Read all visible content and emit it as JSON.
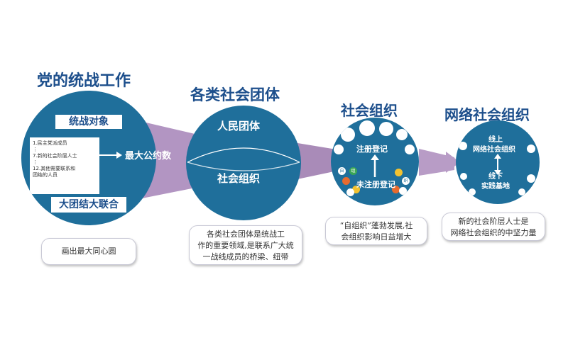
{
  "stage1": {
    "title": "党的统战工作",
    "target_label": "统战对象",
    "list": [
      "1.民主党派成员",
      "⋮",
      "7.新的社会阶层人士",
      "⋮",
      "12.其他需要联系和",
      "团结的人员"
    ],
    "arrow_label": "最大公约数",
    "bottom_label": "大团结大联合",
    "note": "画出最大同心圆"
  },
  "stage2": {
    "title": "各类社会团体",
    "top_label": "人民团体",
    "bottom_label": "社会组织",
    "note": [
      "各类社会团体是统战工",
      "作的重要领域,是联系广大统",
      "一战线成员的桥梁、纽带"
    ]
  },
  "stage3": {
    "title": "社会组织",
    "top_label": "注册登记",
    "bottom_label": "未注册登记",
    "tiny_labels": [
      "自",
      "组",
      "织"
    ],
    "note": [
      "“自组织”蓬勃发展,社",
      "会组织影响日益增大"
    ]
  },
  "stage4": {
    "title": "网络社会组织",
    "top_line1": "线上",
    "top_line2": "网络社会组织",
    "bottom_line1": "线下",
    "bottom_line2": "实践基地",
    "note": [
      "新的社会阶层人士是",
      "网络社会组织的中坚力量"
    ]
  },
  "colors": {
    "circle": "#1f6f9b",
    "title": "#1d4f8c",
    "band": "#a98bb8",
    "band_light": "#c8b3d3"
  }
}
